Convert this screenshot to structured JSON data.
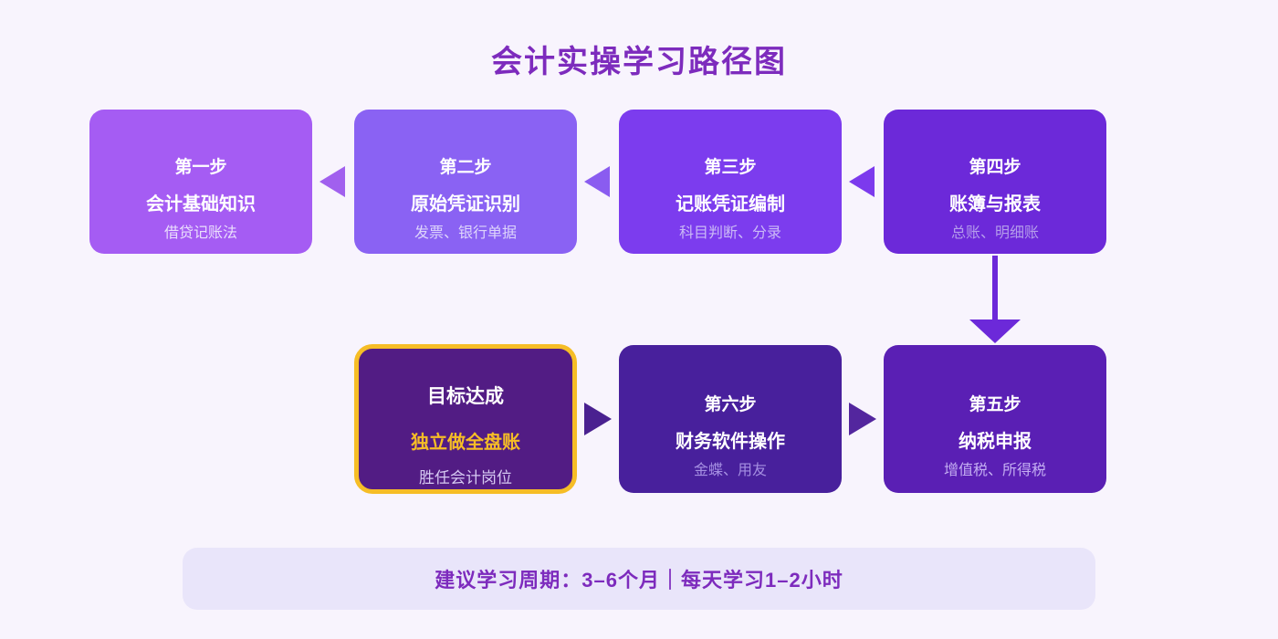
{
  "title": "会计实操学习路径图",
  "colors": {
    "page_bg": "#f8f4fd",
    "title_text": "#7d2bbd",
    "banner_bg": "#e9e5fa",
    "banner_text": "#7d2bbd",
    "gold": "#f6bd26"
  },
  "top_row": [
    {
      "label": "第一步",
      "topic": "会计基础知识",
      "detail": "借贷记账法",
      "bg": "#a55cf3",
      "detail_color": "#eadffc"
    },
    {
      "label": "第二步",
      "topic": "原始凭证识别",
      "detail": "发票、银行单据",
      "bg": "#8a62f3",
      "detail_color": "#ded5fb"
    },
    {
      "label": "第三步",
      "topic": "记账凭证编制",
      "detail": "科目判断、分录",
      "bg": "#7c3cee",
      "detail_color": "#cbbaf6"
    },
    {
      "label": "第四步",
      "topic": "账簿与报表",
      "detail": "总账、明细账",
      "bg": "#6c29d9",
      "detail_color": "#b49ceb"
    }
  ],
  "bottom_row": {
    "goal": {
      "label": "目标达成",
      "topic": "独立做全盘账",
      "detail": "胜任会计岗位",
      "bg": "#521c84",
      "topic_color": "#f6bd26",
      "detail_color": "#d6c9f2",
      "border_color": "#f6bd26"
    },
    "step6": {
      "label": "第六步",
      "topic": "财务软件操作",
      "detail": "金蝶、用友",
      "bg": "#48209c",
      "detail_color": "#a58fe2"
    },
    "step5": {
      "label": "第五步",
      "topic": "纳税申报",
      "detail": "增值税、所得税",
      "bg": "#5a1fb4",
      "detail_color": "#c4aef2"
    }
  },
  "arrows": {
    "top": [
      "#a160ee",
      "#8a5cf0",
      "#7c3aed"
    ],
    "down": "#6c29d9",
    "bottom": [
      "#4a2190",
      "#53269e"
    ]
  },
  "banner": {
    "text": "建议学习周期：3–6个月｜每天学习1–2小时"
  }
}
